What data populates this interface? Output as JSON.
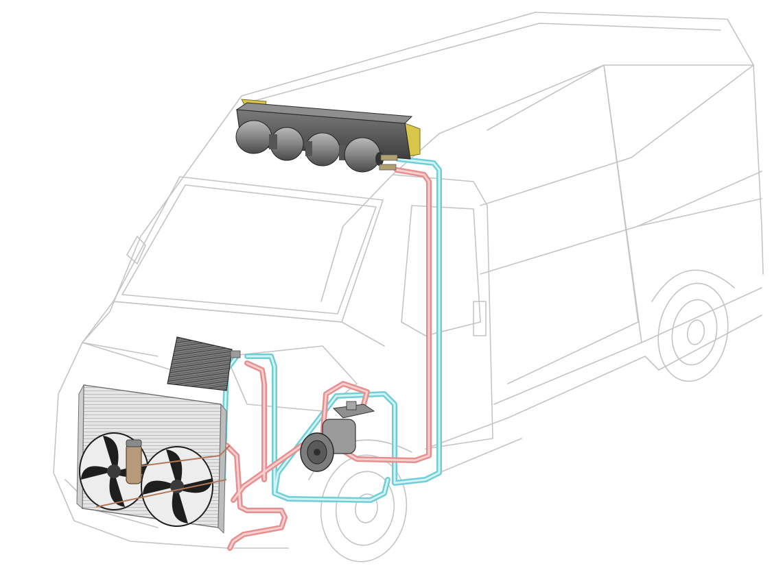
{
  "diagram": {
    "line_colors": {
      "van_outline": "#c4c4c4",
      "hot_line": "#e58f8f",
      "hot_line_core": "#f6d0d0",
      "cold_line": "#6fcfd6",
      "cold_line_core": "#d4f3f5",
      "evaporator_body": "#5b5b5b",
      "bracket": "#d8c64a",
      "fan_blade": "#1e1e1e",
      "condenser": "#9a9a9a"
    },
    "components": [
      {
        "id": "roof-evaporator",
        "icon": "evaporator-blower-unit-icon"
      },
      {
        "id": "front-condenser",
        "icon": "condenser-grid-icon"
      },
      {
        "id": "condenser-fan-left",
        "icon": "fan-icon"
      },
      {
        "id": "condenser-fan-right",
        "icon": "fan-icon"
      },
      {
        "id": "compressor",
        "icon": "compressor-icon"
      },
      {
        "id": "dash-heat-exchanger",
        "icon": "heat-exchanger-icon"
      },
      {
        "id": "receiver-drier",
        "icon": "receiver-drier-icon"
      }
    ]
  }
}
